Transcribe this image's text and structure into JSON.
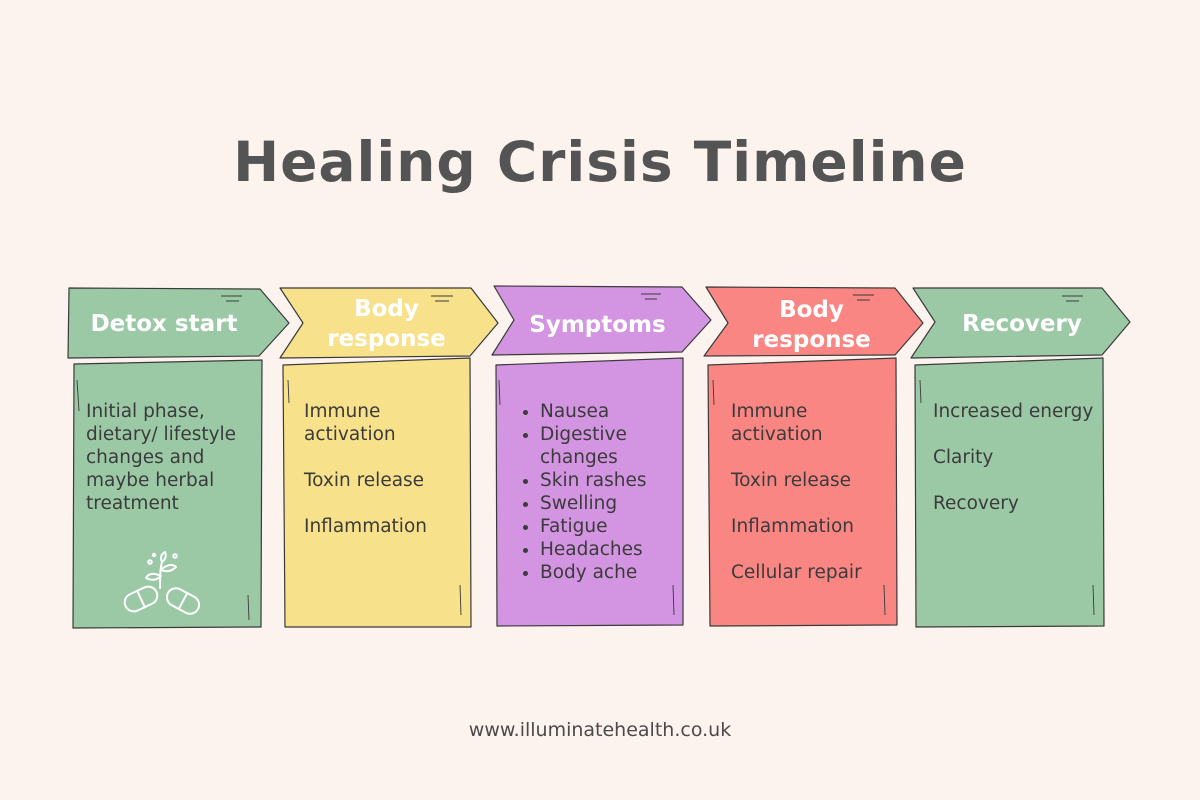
{
  "title": "Healing Crisis Timeline",
  "footer": "www.illuminatehealth.co.uk",
  "colors": {
    "background": "#fdf3ee",
    "green": "#9cc9a5",
    "yellow": "#f8e18b",
    "purple": "#d394e2",
    "coral": "#f98683",
    "outline": "#3a3a3a"
  },
  "steps": [
    {
      "heading": "Detox start",
      "color": "#9cc9a5",
      "body_text": "Initial phase, dietary/ lifestyle changes and maybe herbal treatment",
      "icon": "capsules-with-leaves-icon"
    },
    {
      "heading": "Body response",
      "color": "#f8e18b",
      "items": [
        "Immune activation",
        "Toxin release",
        "Inflammation"
      ]
    },
    {
      "heading": "Symptoms",
      "color": "#d394e2",
      "bullets": [
        "Nausea",
        "Digestive changes",
        "Skin rashes",
        "Swelling",
        "Fatigue",
        "Headaches",
        "Body ache"
      ]
    },
    {
      "heading": "Body response",
      "color": "#f98683",
      "items": [
        "Immune activation",
        "Toxin release",
        "Inflammation",
        "Cellular repair"
      ]
    },
    {
      "heading": "Recovery",
      "color": "#9cc9a5",
      "items": [
        "Increased energy",
        "Clarity",
        "Recovery"
      ]
    }
  ]
}
